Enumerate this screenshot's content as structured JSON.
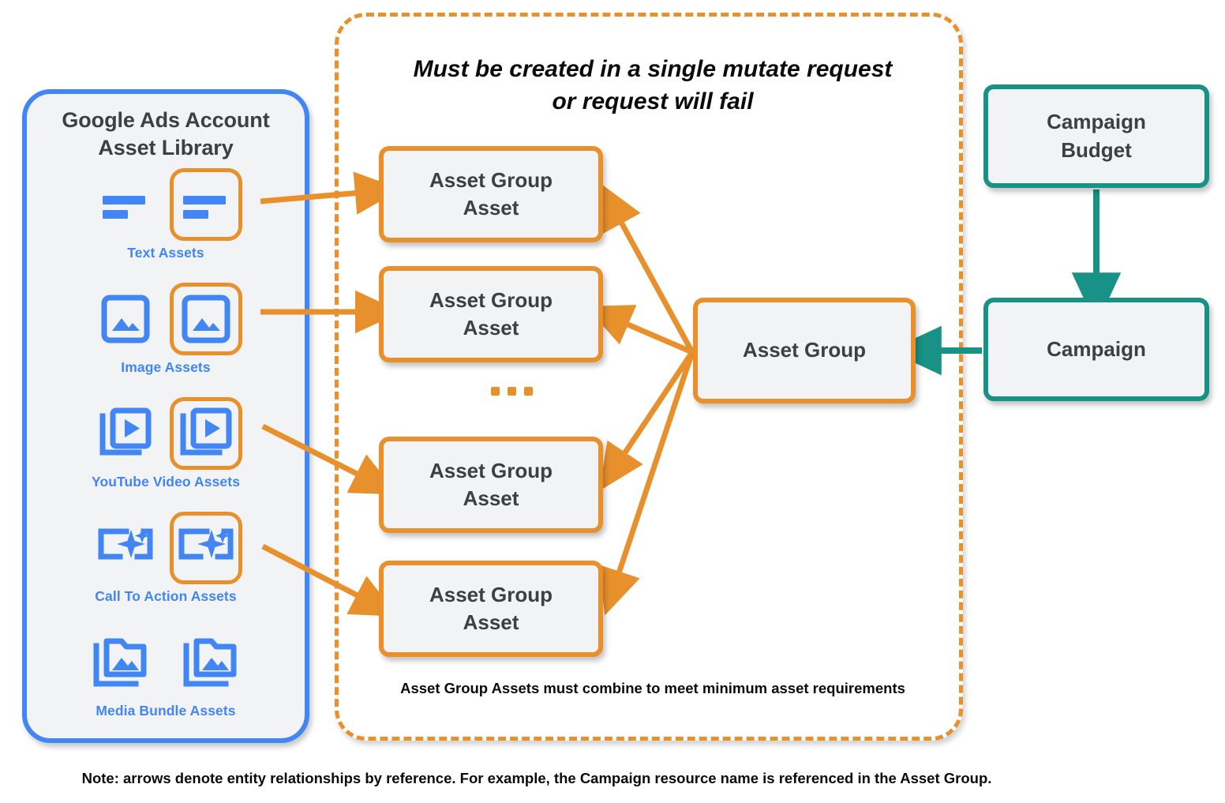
{
  "library": {
    "title_line1": "Google Ads Account",
    "title_line2": "Asset Library",
    "border_color": "#4285f4",
    "assets": [
      {
        "caption": "Text Assets",
        "icon": "text-lines-icon"
      },
      {
        "caption": "Image Assets",
        "icon": "image-icon"
      },
      {
        "caption": "YouTube Video  Assets",
        "icon": "video-stack-icon"
      },
      {
        "caption": "Call To Action Assets",
        "icon": "call-to-action-icon"
      },
      {
        "caption": "Media Bundle  Assets",
        "icon": "media-bundle-icon"
      }
    ]
  },
  "mutate_container": {
    "title_line1": "Must be created in a single mutate request",
    "title_line2": "or request will fail",
    "footnote": "Asset Group Assets must combine to meet minimum asset requirements",
    "border_color": "#e8912c"
  },
  "nodes": {
    "asset_group_assets": [
      {
        "line1": "Asset Group",
        "line2": "Asset"
      },
      {
        "line1": "Asset Group",
        "line2": "Asset"
      },
      {
        "line1": "Asset Group",
        "line2": "Asset"
      },
      {
        "line1": "Asset Group",
        "line2": "Asset"
      }
    ],
    "ellipsis": "...",
    "asset_group": {
      "label": "Asset Group",
      "border_color": "#e8912c"
    },
    "campaign_budget": {
      "line1": "Campaign",
      "line2": "Budget",
      "border_color": "#189287"
    },
    "campaign": {
      "label": "Campaign",
      "border_color": "#189287"
    }
  },
  "footer": {
    "note": "Note: arrows denote entity relationships by reference. For example, the Campaign resource name is referenced in the Asset Group."
  },
  "colors": {
    "orange": "#e8912c",
    "blue": "#4285f4",
    "teal": "#189287",
    "node_fill": "#f1f3f4",
    "text_dark": "#3c4043"
  }
}
